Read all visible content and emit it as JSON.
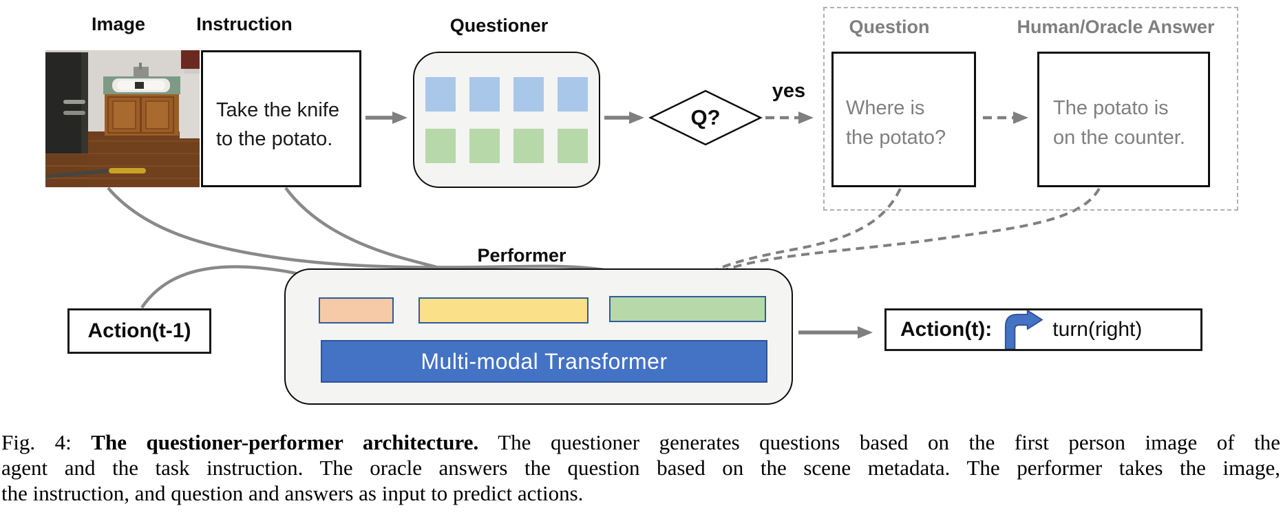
{
  "figure": {
    "labels": {
      "image": "Image",
      "instruction": "Instruction",
      "questioner": "Questioner",
      "performer": "Performer",
      "question": "Question",
      "answer": "Human/Oracle Answer"
    },
    "instruction_box": {
      "line1": "Take the knife",
      "line2": "to the potato."
    },
    "decision": {
      "text": "Q?",
      "yes": "yes"
    },
    "question_box": {
      "line1": "Where is",
      "line2": "the potato?"
    },
    "answer_box": {
      "line1": "The potato is",
      "line2": "on the counter."
    },
    "performer": {
      "transformer": "Multi-modal Transformer"
    },
    "actions": {
      "prev": "Action(t-1)",
      "next_label": "Action(t):",
      "next_value": "turn(right)",
      "next_icon": "turn-right-icon"
    }
  },
  "caption": {
    "fig_label": "Fig. 4:",
    "title_bold": "The questioner-performer architecture.",
    "line1_rest": "The questioner generates questions based on the first person image of the",
    "line2": "agent and the task instruction. The oracle answers the question based on the scene metadata. The performer takes the image,",
    "line3": "the instruction, and question and answers as input to predict actions."
  },
  "colors": {
    "token_blue": "#a9c7e9",
    "token_green": "#b7d8a9",
    "embed_orange": "#f6caa6",
    "embed_yellow": "#fbe08a",
    "embed_green": "#b7d8a9",
    "transformer_blue": "#4472c4",
    "transformer_border": "#2f5496",
    "arrow_gray": "#7f7f7f",
    "muted_text_gray": "#7f7f7f"
  }
}
